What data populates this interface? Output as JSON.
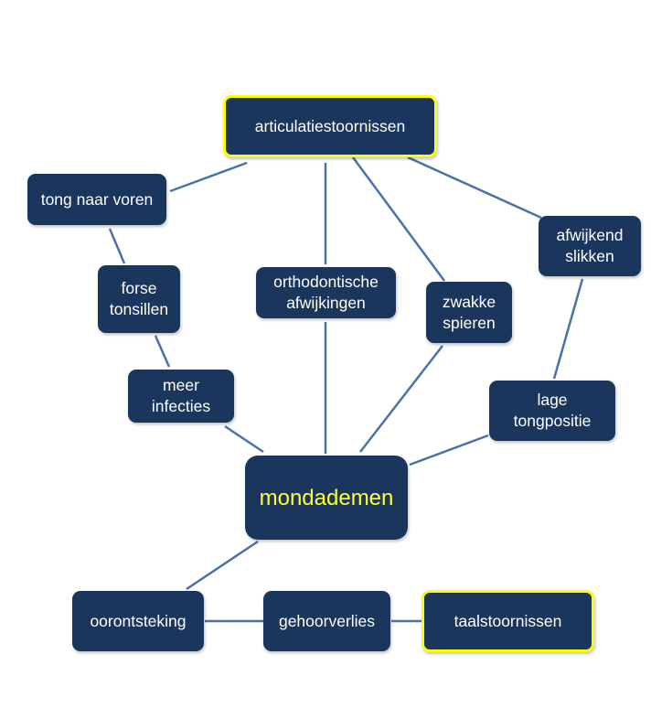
{
  "colors": {
    "node_fill": "#1b365d",
    "node_text": "#ffffff",
    "highlight": "#ffff00",
    "link": "#4a72a8"
  },
  "nodes": {
    "articulatiestoornissen": "articulatiestoornissen",
    "tong_naar_voren": "tong naar voren",
    "forse_tonsillen": "forse\ntonsillen",
    "meer_infecties": "meer\ninfecties",
    "orthodontische_afwijkingen": "orthodontische\nafwijkingen",
    "zwakke_spieren": "zwakke\nspieren",
    "afwijkend_slikken": "afwijkend\nslikken",
    "lage_tongpositie": "lage\ntongpositie",
    "mondademen": "mondademen",
    "oorontsteking": "oorontsteking",
    "gehoorverlies": "gehoorverlies",
    "taalstoornissen": "taalstoornissen"
  }
}
